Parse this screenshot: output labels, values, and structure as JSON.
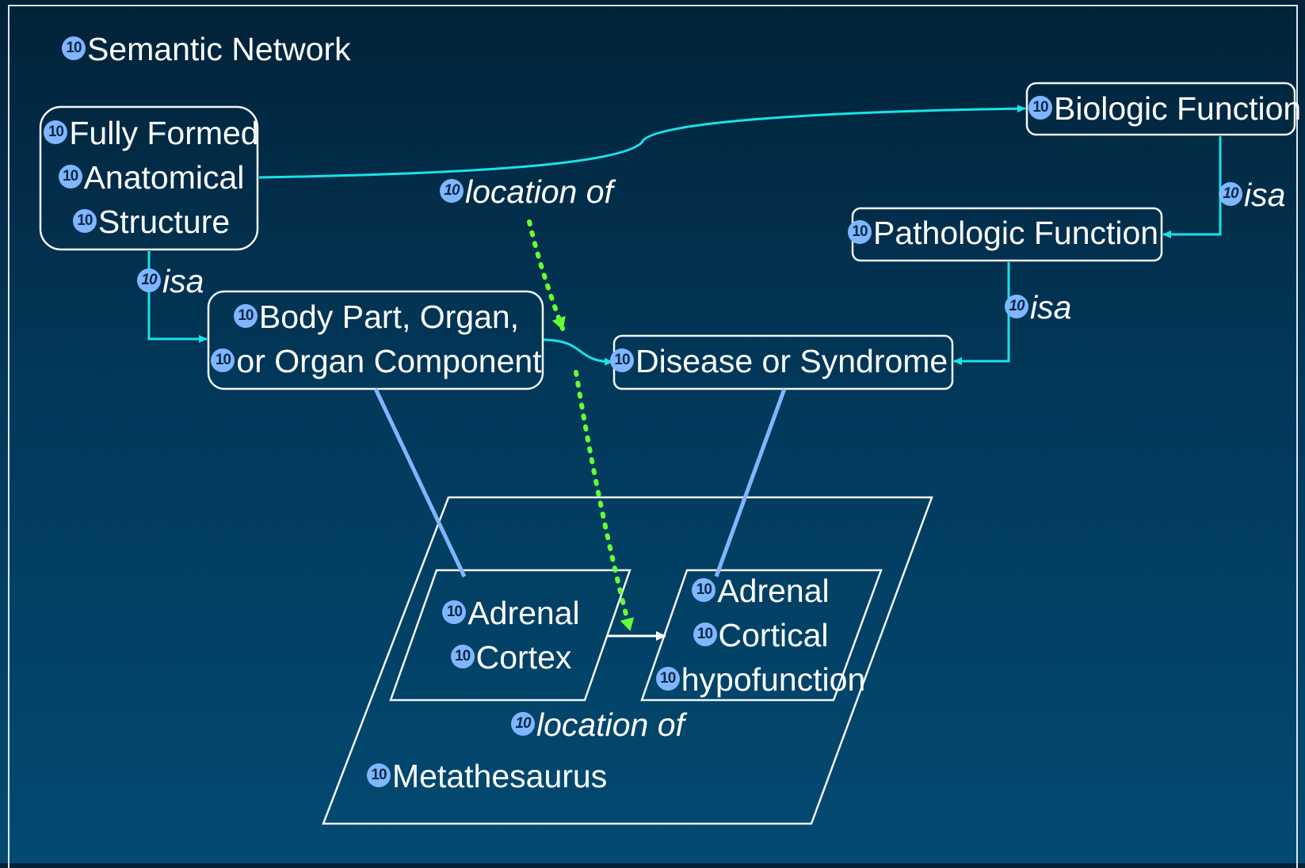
{
  "bullet": "10",
  "colors": {
    "isa_arrow": "#19e3e8",
    "location_arrow": "#66ff33",
    "mapping_line": "#7fb6ff",
    "node_border": "#f2f6fa"
  },
  "title": "Semantic Network",
  "nodes": {
    "fully_formed": [
      "Fully Formed",
      "Anatomical",
      "Structure"
    ],
    "biologic": "Biologic Function",
    "pathologic": "Pathologic Function",
    "body_part": [
      "Body Part, Organ,",
      "or Organ Component"
    ],
    "disease": "Disease or Syndrome"
  },
  "edges": {
    "location_of_top": "location of",
    "isa_left": "isa",
    "isa_right_top": "isa",
    "isa_right_mid": "isa",
    "location_of_bottom": "location of"
  },
  "metathesaurus": {
    "label": "Metathesaurus",
    "adrenal_cortex": [
      "Adrenal",
      "Cortex"
    ],
    "adrenal_hypo": [
      "Adrenal",
      "Cortical",
      "hypofunction"
    ]
  }
}
